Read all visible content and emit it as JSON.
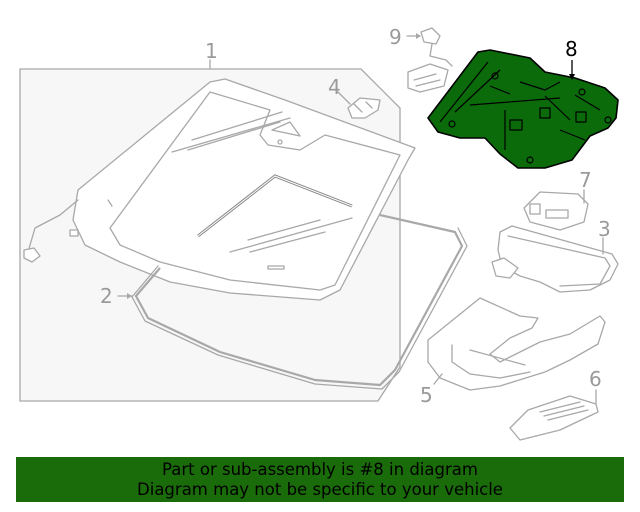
{
  "diagram": {
    "callouts": [
      {
        "id": "1",
        "label": "1",
        "highlighted": false
      },
      {
        "id": "2",
        "label": "2",
        "highlighted": false
      },
      {
        "id": "3",
        "label": "3",
        "highlighted": false
      },
      {
        "id": "4",
        "label": "4",
        "highlighted": false
      },
      {
        "id": "5",
        "label": "5",
        "highlighted": false
      },
      {
        "id": "6",
        "label": "6",
        "highlighted": false
      },
      {
        "id": "7",
        "label": "7",
        "highlighted": false
      },
      {
        "id": "8",
        "label": "8",
        "highlighted": true
      },
      {
        "id": "9",
        "label": "9",
        "highlighted": false
      }
    ],
    "highlight_color": "#0b6b0b",
    "line_color": "#a8a8a8"
  },
  "banner": {
    "line1": "Part or sub-assembly is #8 in diagram",
    "line2": "Diagram may not be specific to your vehicle",
    "background": "#1a6b0a"
  }
}
